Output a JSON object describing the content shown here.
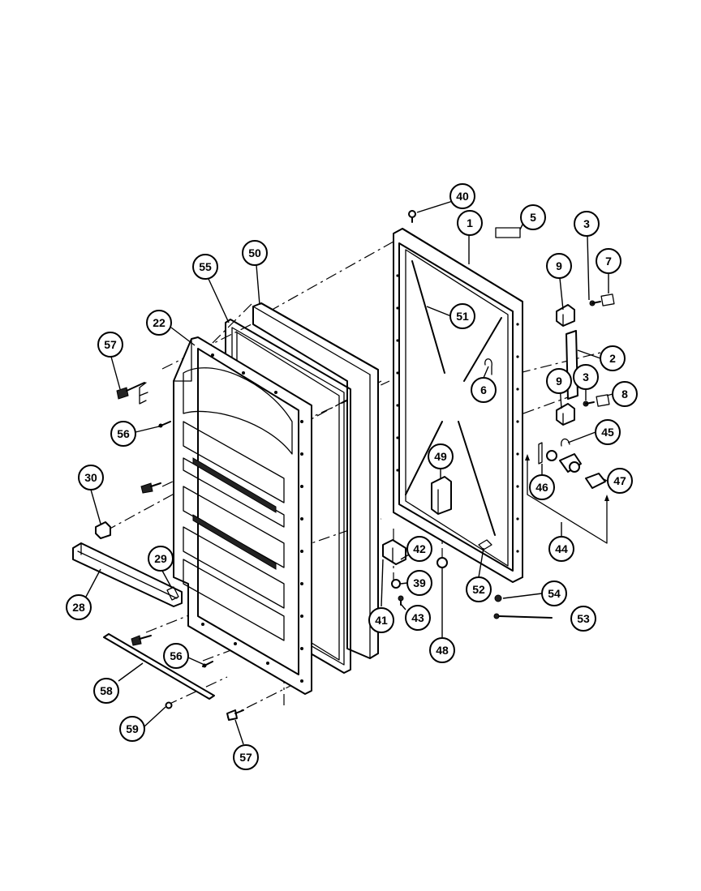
{
  "callouts": [
    "40",
    "1",
    "5",
    "3",
    "7",
    "9",
    "55",
    "50",
    "51",
    "22",
    "57",
    "6",
    "2",
    "9",
    "3",
    "8",
    "56",
    "45",
    "49",
    "30",
    "46",
    "47",
    "42",
    "29",
    "44",
    "39",
    "52",
    "54",
    "28",
    "41",
    "43",
    "53",
    "48",
    "56",
    "58",
    "59",
    "57"
  ]
}
